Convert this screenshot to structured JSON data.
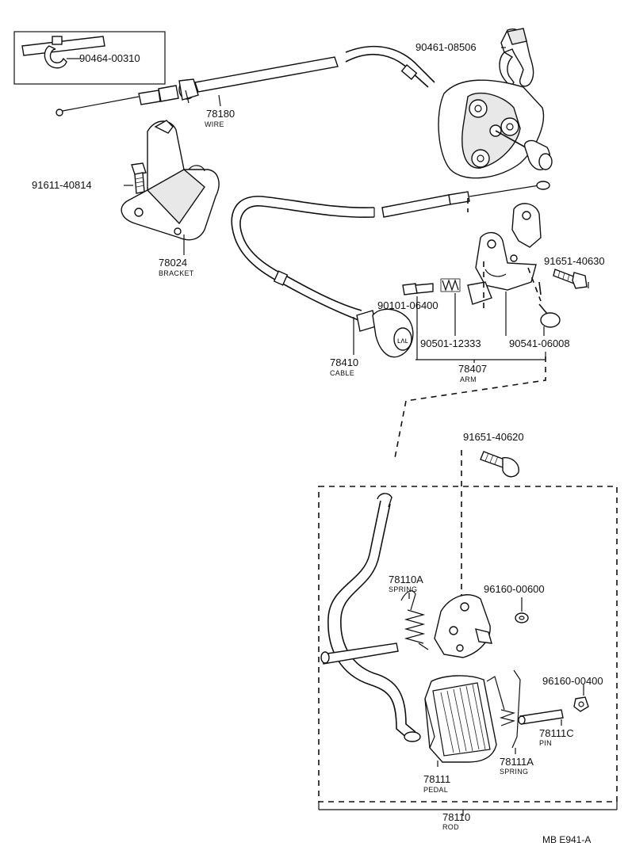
{
  "labels": {
    "clip_top": "90464-00310",
    "clip_right": "90461-08506",
    "wire": "78180",
    "wire_sub": "WIRE",
    "bolt_left": "91611-40814",
    "bracket": "78024",
    "bracket_sub": "BRACKET",
    "bolt_right": "91651-40630",
    "pin_arm": "90101-06400",
    "spring_arm": "90501-12333",
    "knob_arm": "90541-06008",
    "arm": "78407",
    "arm_sub": "ARM",
    "cable": "78410",
    "cable_sub": "CABLE",
    "bolt_mid": "91651-40620",
    "spring_a": "78110A",
    "spring_a_sub": "SPRING",
    "nut_1": "96160-00600",
    "nut_2": "96160-00400",
    "pin": "78111C",
    "pin_sub": "PIN",
    "spring_b": "78111A",
    "spring_b_sub": "SPRING",
    "pedal": "78111",
    "pedal_sub": "PEDAL",
    "rod": "78110",
    "rod_sub": "ROD",
    "diagram_code": "MB  E941-A"
  }
}
